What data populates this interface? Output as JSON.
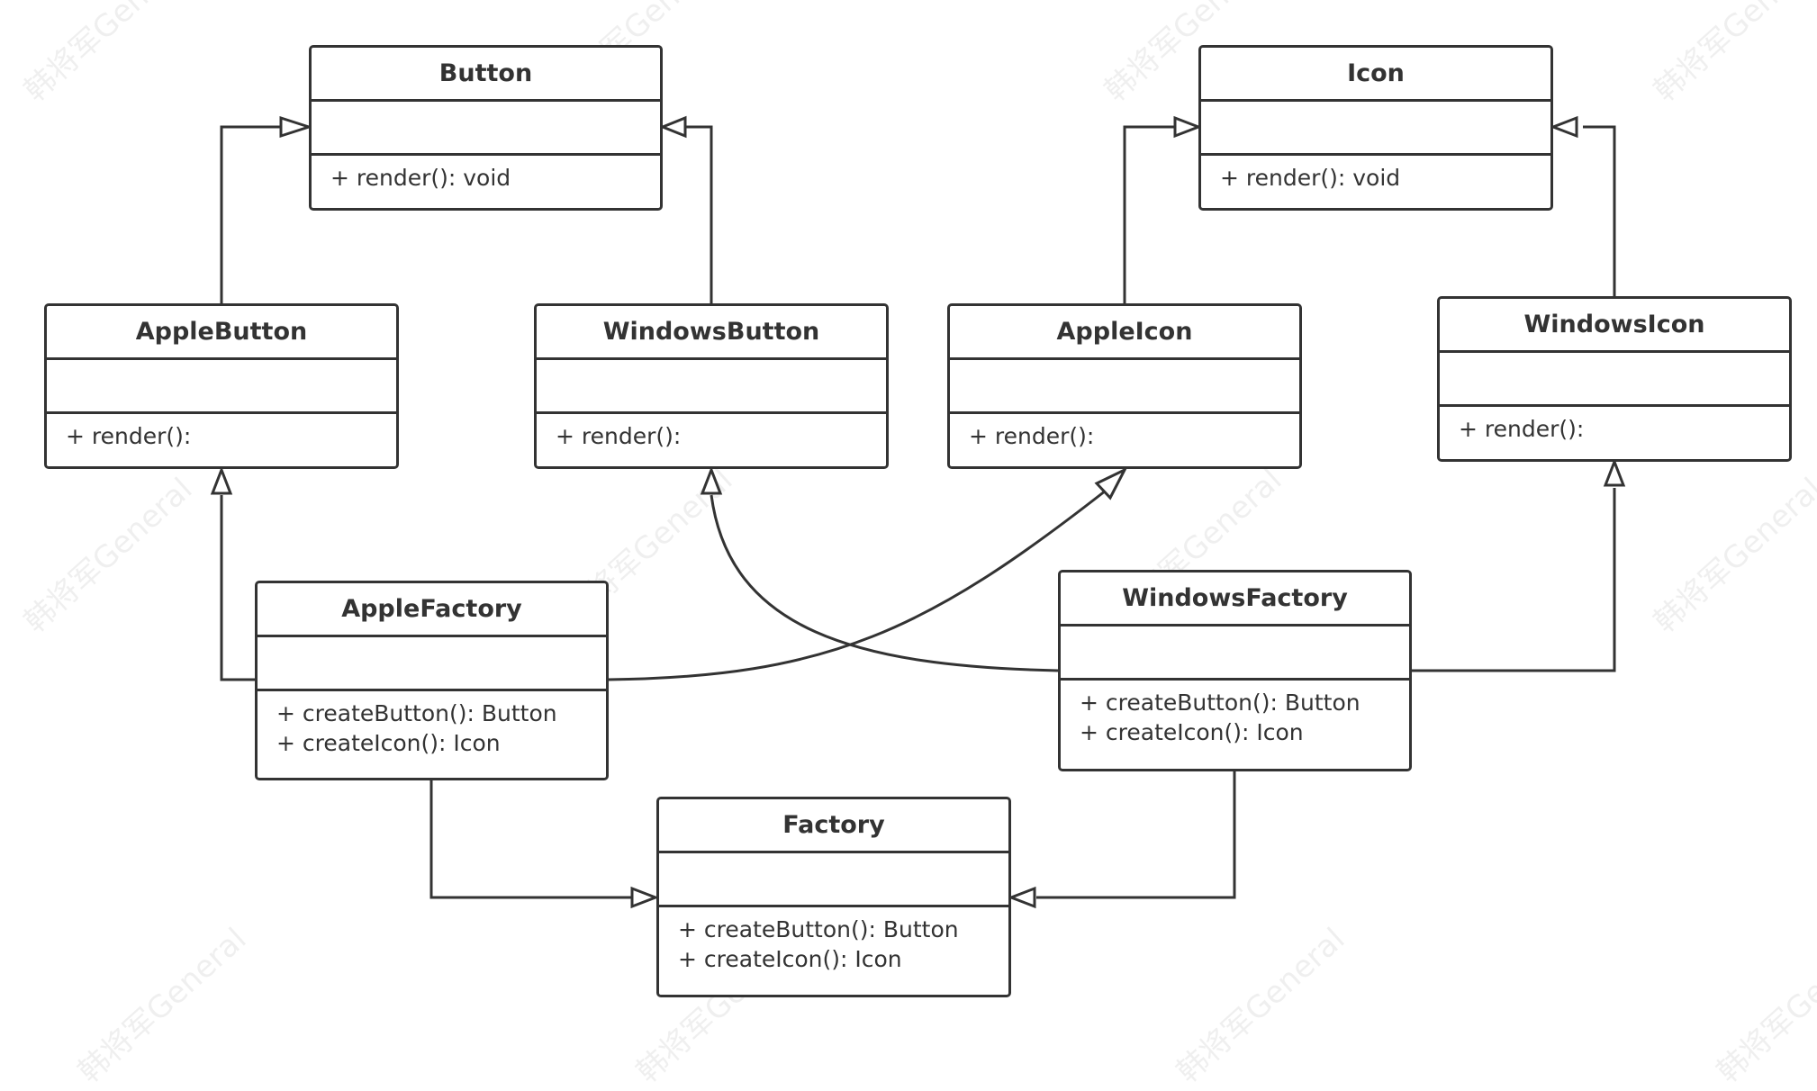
{
  "colors": {
    "line": "#333333",
    "background": "#ffffff"
  },
  "watermark": "韩将军General",
  "classes": {
    "button": {
      "name": "Button",
      "ops": [
        "+ render(): void"
      ]
    },
    "icon": {
      "name": "Icon",
      "ops": [
        "+ render(): void"
      ]
    },
    "apple_button": {
      "name": "AppleButton",
      "ops": [
        "+ render():"
      ]
    },
    "windows_button": {
      "name": "WindowsButton",
      "ops": [
        "+ render():"
      ]
    },
    "apple_icon": {
      "name": "AppleIcon",
      "ops": [
        "+ render():"
      ]
    },
    "windows_icon": {
      "name": "WindowsIcon",
      "ops": [
        "+ render():"
      ]
    },
    "apple_factory": {
      "name": "AppleFactory",
      "ops": [
        "+ createButton(): Button",
        "+ createIcon(): Icon"
      ]
    },
    "windows_factory": {
      "name": "WindowsFactory",
      "ops": [
        "+ createButton(): Button",
        "+ createIcon(): Icon"
      ]
    },
    "factory": {
      "name": "Factory",
      "ops": [
        "+ createButton(): Button",
        "+ createIcon(): Icon"
      ]
    }
  },
  "relations": [
    {
      "from": "AppleButton",
      "to": "Button",
      "type": "generalization"
    },
    {
      "from": "WindowsButton",
      "to": "Button",
      "type": "generalization"
    },
    {
      "from": "AppleIcon",
      "to": "Icon",
      "type": "generalization"
    },
    {
      "from": "WindowsIcon",
      "to": "Icon",
      "type": "generalization"
    },
    {
      "from": "AppleFactory",
      "to": "AppleButton",
      "type": "generalization"
    },
    {
      "from": "AppleFactory",
      "to": "AppleIcon",
      "type": "generalization"
    },
    {
      "from": "WindowsFactory",
      "to": "WindowsButton",
      "type": "generalization"
    },
    {
      "from": "WindowsFactory",
      "to": "WindowsIcon",
      "type": "generalization"
    },
    {
      "from": "AppleFactory",
      "to": "Factory",
      "type": "generalization"
    },
    {
      "from": "WindowsFactory",
      "to": "Factory",
      "type": "generalization"
    }
  ]
}
